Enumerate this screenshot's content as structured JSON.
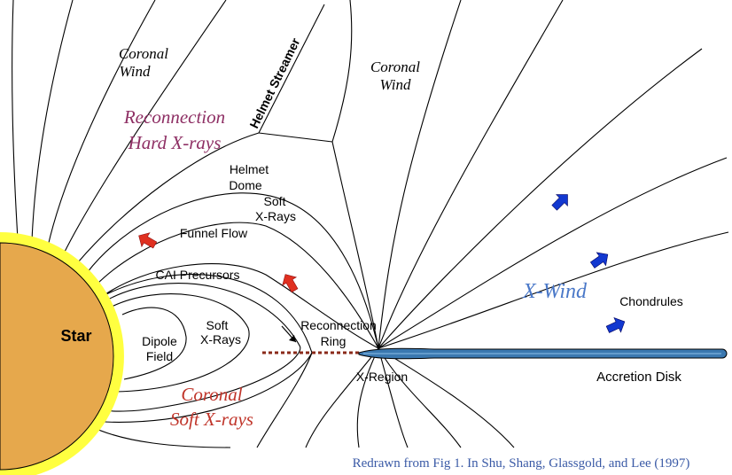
{
  "labels": {
    "star": "Star",
    "coronal_wind_left_1": "Coronal",
    "coronal_wind_left_2": "Wind",
    "coronal_wind_mid_1": "Coronal",
    "coronal_wind_mid_2": "Wind",
    "helmet_streamer": "Helmet Streamer",
    "reconnection_hard_1": "Reconnection",
    "reconnection_hard_2": "Hard X-rays",
    "helmet_dome_1": "Helmet",
    "helmet_dome_2": "Dome",
    "soft_xrays_upper_1": "Soft",
    "soft_xrays_upper_2": "X-Rays",
    "funnel_flow": "Funnel Flow",
    "cai_precursors": "CAI Precursors",
    "dipole_field_1": "Dipole",
    "dipole_field_2": "Field",
    "soft_xrays_lower_1": "Soft",
    "soft_xrays_lower_2": "X-Rays",
    "reconnection_ring_1": "Reconnection",
    "reconnection_ring_2": "Ring",
    "x_region": "X-Region",
    "coronal_soft_1": "Coronal",
    "coronal_soft_2": "Soft X-rays",
    "x_wind": "X-Wind",
    "chondrules": "Chondrules",
    "accretion_disk": "Accretion Disk"
  },
  "caption": "Redrawn from Fig 1. In Shu, Shang, Glassgold, and Lee (1997)",
  "colors": {
    "star_fill": "#e6a84c",
    "star_glow": "#ffff40",
    "hard_xray_text": "#8e2f64",
    "soft_xray_text": "#c0352a",
    "xwind_text": "#4a78c8",
    "caption_text": "#3a5aa6",
    "red_arrow": "#e03020",
    "blue_arrow": "#1238d0",
    "disk_fill": "#3a78b0",
    "ring_line": "#8a2a1a"
  }
}
